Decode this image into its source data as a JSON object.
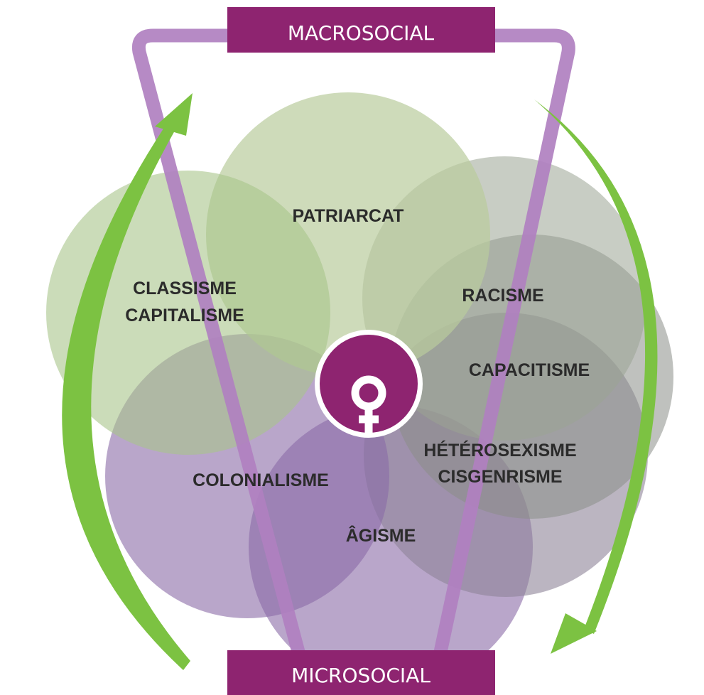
{
  "top_label": "MACROSOCIAL",
  "bottom_label": "MICROSOCIAL",
  "circles": {
    "patriarcat": "PATRIARCAT",
    "classisme": [
      "CLASSISME",
      "CAPITALISME"
    ],
    "racisme": "RACISME",
    "capacitisme": "CAPACITISME",
    "heterosexisme": [
      "HÉTÉROSEXISME",
      "CISGENRISME"
    ],
    "colonialisme": "COLONIALISME",
    "agisme": "ÂGISME"
  },
  "center_icon": "female-symbol-icon",
  "colors": {
    "banner": "#8e2470",
    "purple_path": "#b080c0",
    "green_arrow": "#7cc242",
    "green_circle": "#b8cc98",
    "gray_circle": "#a9b1a4",
    "purple_circle": "#8a6aa6",
    "center_fill": "#8e2470"
  }
}
